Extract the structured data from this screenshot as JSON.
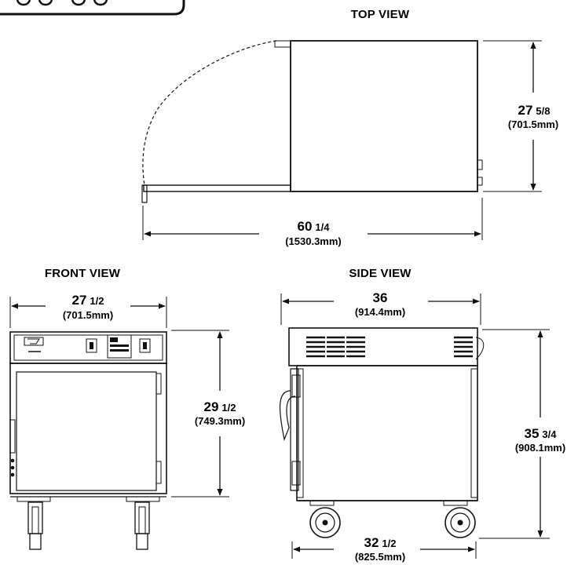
{
  "views": {
    "top": {
      "title": "TOP VIEW"
    },
    "front": {
      "title": "FRONT VIEW"
    },
    "side": {
      "title": "SIDE VIEW"
    }
  },
  "dimensions": {
    "top_depth": {
      "whole": "27",
      "fraction": "5/8",
      "metric": "(701.5mm)"
    },
    "top_width": {
      "whole": "60",
      "fraction": "1/4",
      "metric": "(1530.3mm)"
    },
    "front_width": {
      "whole": "27",
      "fraction": "1/2",
      "metric": "(701.5mm)"
    },
    "front_height": {
      "whole": "29",
      "fraction": "1/2",
      "metric": "(749.3mm)"
    },
    "side_top": {
      "whole": "36",
      "fraction": "",
      "metric": "(914.4mm)"
    },
    "side_height": {
      "whole": "35",
      "fraction": "3/4",
      "metric": "(908.1mm)"
    },
    "side_bottom": {
      "whole": "32",
      "fraction": "1/2",
      "metric": "(825.5mm)"
    }
  },
  "colors": {
    "line": "#111111",
    "background": "#ffffff"
  }
}
